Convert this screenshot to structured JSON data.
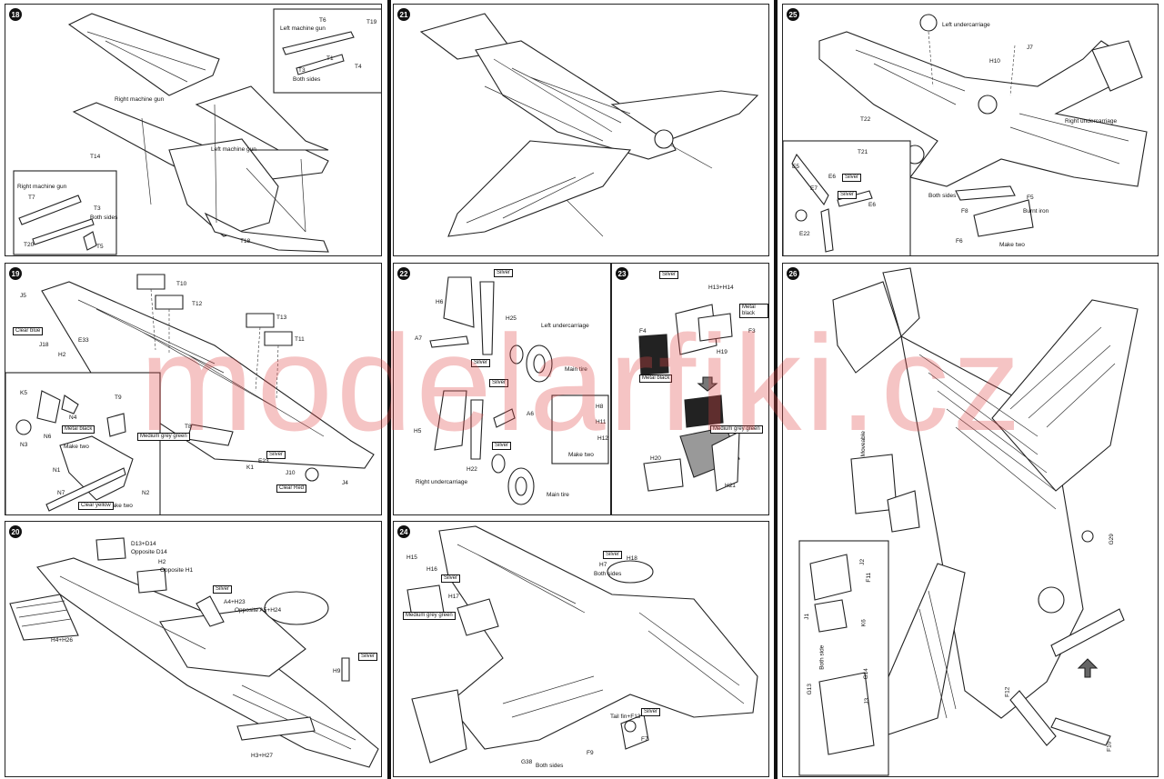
{
  "watermark": "modelarfiki.cz",
  "panels": {
    "p18": {
      "step": "18",
      "labels": {
        "t19": "T19",
        "t6": "T6",
        "t1": "T1",
        "t4": "T4",
        "t3": "T3",
        "both_sides": "Both sides",
        "left_mg": "Left machine gun",
        "right_mg": "Right machine gun",
        "left_mg2": "Left machine gun",
        "right_mg2": "Right machine gun",
        "t7": "T7",
        "t3b": "T3",
        "both_sides2": "Both sides",
        "t20": "T20",
        "t5": "T5",
        "t14": "T14",
        "t18": "T18"
      }
    },
    "p21": {
      "step": "21"
    },
    "p25": {
      "step": "25",
      "labels": {
        "left_uc": "Left undercarriage",
        "j7": "J7",
        "h10": "H10",
        "right_uc": "Right undercarriage",
        "t22": "T22",
        "t21": "T21",
        "e5": "E5",
        "e7": "E7",
        "e6": "E6",
        "e6b": "E6",
        "both_sides": "Both sides",
        "silver": "Silver",
        "silver2": "Silver",
        "e22": "E22",
        "f5": "F5",
        "f8": "F8",
        "burnt_iron": "Burnt iron",
        "f6": "F6",
        "make_two": "Make two"
      }
    },
    "p19": {
      "step": "19",
      "labels": {
        "j5": "J5",
        "clear_blue": "Clear blue",
        "j18": "J18",
        "t10": "T10",
        "t12": "T12",
        "t13": "T13",
        "t11": "T11",
        "e33": "E33",
        "h2": "H2",
        "k5": "K5",
        "n4": "N4",
        "t9": "T9",
        "n3": "N3",
        "n6": "N6",
        "metal_black": "Metal black",
        "make_two": "Make two",
        "med_grey_green": "Medium grey green",
        "t8": "T8",
        "k1": "K1",
        "e23": "E23",
        "silver": "Silver",
        "j10": "J10",
        "j4": "J4",
        "clear_red": "Clear Red",
        "n1": "N1",
        "n2": "N2",
        "n7": "N7",
        "make_two2": "Make two",
        "clear_yellow": "Clear yellow"
      }
    },
    "p22": {
      "step": "22",
      "labels": {
        "silver": "Silver",
        "h6": "H6",
        "h25": "H25",
        "left_uc": "Left undercarriage",
        "a7": "A7",
        "silver2": "Silver",
        "main_tire": "Main tire",
        "silver3": "Silver",
        "a6": "A6",
        "h5": "H5",
        "silver4": "Silver",
        "h22": "H22",
        "right_uc": "Right undercarriage",
        "main_tire2": "Main tire",
        "h8": "H8",
        "h11": "H11",
        "h12": "H12",
        "make_two": "Make two"
      }
    },
    "p23": {
      "step": "23",
      "labels": {
        "silver": "Silver",
        "h13h14": "H13+H14",
        "metal_black": "Metal black",
        "f3": "F3",
        "f4": "F4",
        "h19": "H19",
        "metal_black2": "Metal black",
        "med_grey_green": "Medium grey green",
        "h20": "H20",
        "h21": "H21"
      }
    },
    "p26": {
      "step": "26",
      "labels": {
        "moveable": "Moveable",
        "g29": "G29",
        "j2": "J2",
        "f11": "F11",
        "j1": "J1",
        "k6": "K6",
        "g13": "G13",
        "both_side": "Both side",
        "g14": "G14",
        "j3": "J3",
        "f12": "F12",
        "f10": "F10"
      }
    },
    "p20": {
      "step": "20",
      "labels": {
        "d13": "D13+D14",
        "opp_d14": "Opposite D14",
        "h2": "H2",
        "opp_h1": "Opposite H1",
        "a4h23": "A4+H23",
        "silver": "Silver",
        "opp_a5h24": "Opposite A5+H24",
        "h4h26": "H4+H26",
        "h9": "H9",
        "silver2": "Silver",
        "h3h27": "H3+H27"
      }
    },
    "p24": {
      "step": "24",
      "labels": {
        "h15": "H15",
        "h16": "H16",
        "silver": "Silver",
        "h17": "H17",
        "med_grey_green": "Medium grey green",
        "h18": "H18",
        "h7": "H7",
        "both_sides": "Both sides",
        "silver2": "Silver",
        "tail_fin": "Tail fin+F13",
        "silver3": "Silver",
        "f7": "F7",
        "f9": "F9",
        "g38": "G38",
        "both_sides2": "Both sides"
      }
    }
  }
}
